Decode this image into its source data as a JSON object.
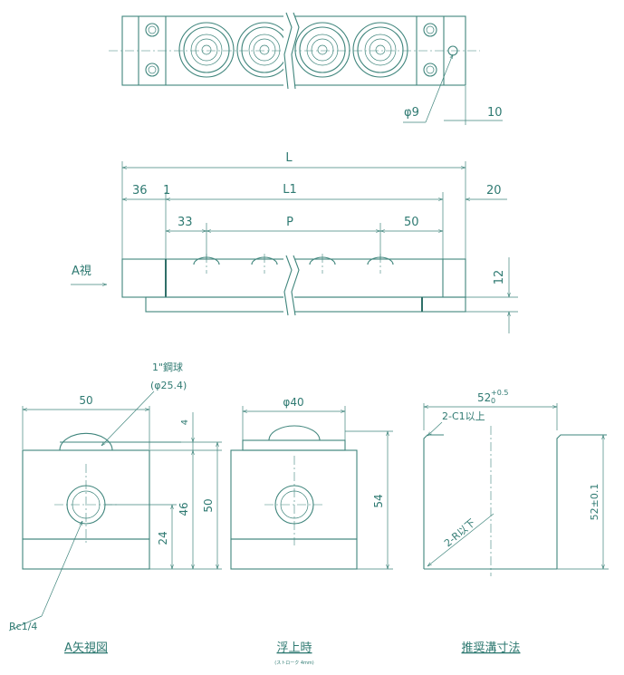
{
  "top_view": {
    "hole_dia": "φ9",
    "edge_offset": "10"
  },
  "front_view": {
    "length_total": "L",
    "length_inner": "L1",
    "left_offset": "36",
    "left_step": "1",
    "right_offset": "20",
    "first_pitch": "33",
    "pitch": "P",
    "last_pitch": "50",
    "height": "12",
    "view_arrow_label": "A視"
  },
  "view_a": {
    "title": "A矢視図",
    "width": "50",
    "ball_label": "1\"鋼球",
    "ball_dia": "(φ25.4)",
    "protrusion": "4",
    "body_height": "46",
    "total_height": "50",
    "port_height": "24",
    "port_thread": "Rc1/4"
  },
  "floating": {
    "title": "浮上時",
    "subtitle": "(ストローク 4mm)",
    "cap_dia": "φ40",
    "height": "54"
  },
  "groove": {
    "title": "推奨溝寸法",
    "width": "52",
    "width_tol": "+0.5",
    "width_tol_low": "0",
    "chamfer": "2-C1以上",
    "radius": "2-R以下",
    "depth": "52±0.1"
  }
}
